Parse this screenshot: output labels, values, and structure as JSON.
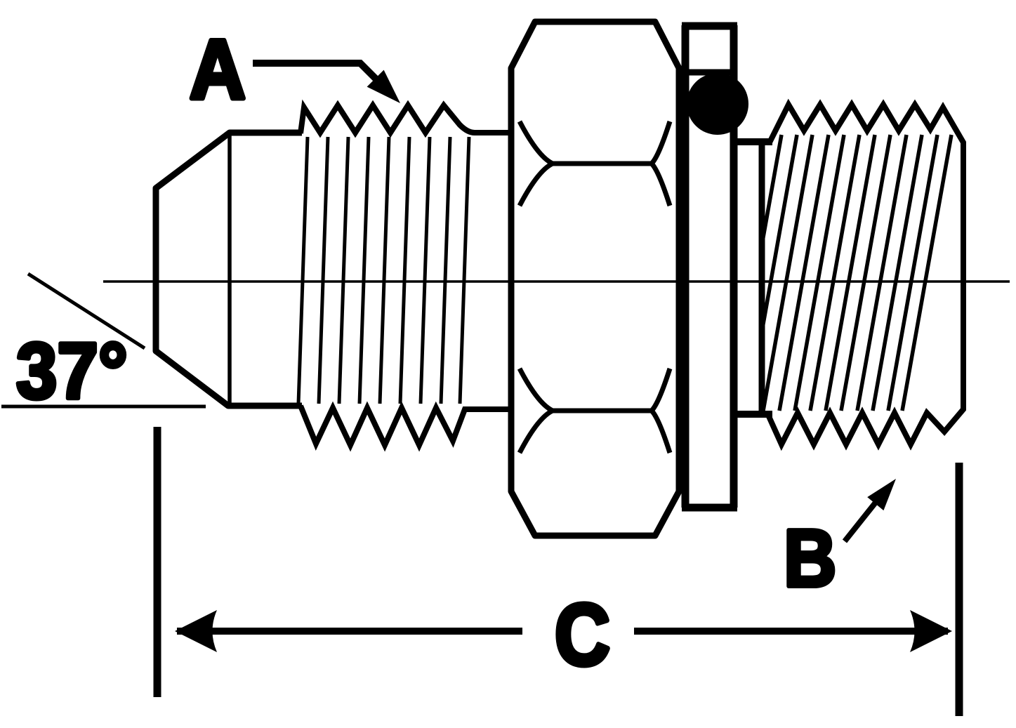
{
  "diagram": {
    "description": "Technical line drawing of a hydraulic adapter fitting: 37-degree male flare (JIC) end, center hex nut, O-ring with back-up washer, and male straight thread end, with leader labels and overall length dimension",
    "background_color": "#ffffff",
    "ink_color": "#000000",
    "labels": {
      "port_a": "A",
      "port_b": "B",
      "overall_length": "C",
      "flare_angle": "37°"
    }
  }
}
